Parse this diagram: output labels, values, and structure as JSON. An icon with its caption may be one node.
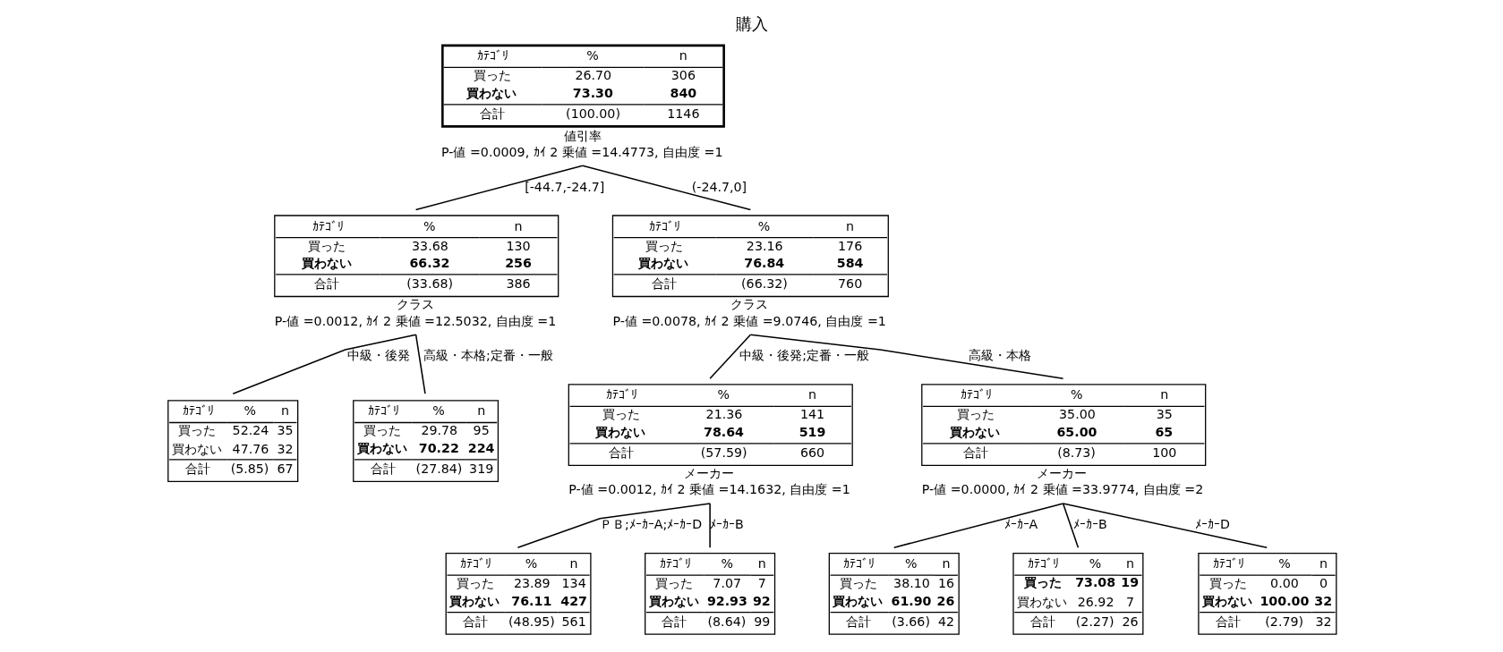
{
  "diagram": {
    "title": "購入",
    "nodes": [
      {
        "text": [
          "ｶﾃｺﾞﾘ",
          "%",
          "n",
          "買った",
          "26.70",
          "306",
          "買わない",
          "73.30",
          "840",
          "合計",
          "(100.00)",
          "1146"
        ],
        "beside": [
          "値引率",
          "P-値 =0.0009, ｶｲ 2 乗値 =14.4773, 自由度 =1"
        ]
      },
      {
        "text": [
          "ｶﾃｺﾞﾘ",
          "%",
          "n",
          "買った",
          "33.68",
          "130",
          "買わない",
          "66.32",
          "256",
          "合計",
          "(33.68)",
          "386"
        ],
        "beside": [
          "クラス",
          "P-値 =0.0012, ｶｲ 2 乗値 =12.5032, 自由度 =1"
        ]
      },
      {
        "text": [
          "ｶﾃｺﾞﾘ",
          "%",
          "n",
          "買った",
          "52.24",
          "35",
          "買わない",
          "47.76",
          "32",
          "合計",
          "(5.85)",
          "67"
        ]
      },
      {
        "text": [
          "ｶﾃｺﾞﾘ",
          "%",
          "n",
          "買った",
          "29.78",
          "95",
          "買わない",
          "70.22",
          "224",
          "合計",
          "(27.84)",
          "319"
        ]
      },
      {
        "text": [
          "ｶﾃｺﾞﾘ",
          "%",
          "n",
          "買った",
          "23.16",
          "176",
          "買わない",
          "76.84",
          "584",
          "合計",
          "(66.32)",
          "760"
        ],
        "beside": [
          "クラス",
          "P-値 =0.0078, ｶｲ 2 乗値 =9.0746, 自由度 =1"
        ]
      },
      {
        "text": [
          "ｶﾃｺﾞﾘ",
          "%",
          "n",
          "買った",
          "21.36",
          "141",
          "買わない",
          "78.64",
          "519",
          "合計",
          "(57.59)",
          "660"
        ],
        "beside": [
          "メーカー",
          "P-値 =0.0012, ｶｲ 2 乗値 =14.1632, 自由度 =1"
        ]
      },
      {
        "text": [
          "ｶﾃｺﾞﾘ",
          "%",
          "n",
          "買った",
          "23.89",
          "134",
          "買わない",
          "76.11",
          "427",
          "合計",
          "(48.95)",
          "561"
        ]
      },
      {
        "text": [
          "ｶﾃｺﾞﾘ",
          "%",
          "n",
          "買った",
          "7.07",
          "7",
          "買わない",
          "92.93",
          "92",
          "合計",
          "(8.64)",
          "99"
        ]
      },
      {
        "text": [
          "ｶﾃｺﾞﾘ",
          "%",
          "n",
          "買った",
          "35.00",
          "35",
          "買わない",
          "65.00",
          "65",
          "合計",
          "(8.73)",
          "100"
        ],
        "beside": [
          "メーカー",
          "P-値 =0.0000, ｶｲ 2 乗値 =33.9774, 自由度 =2"
        ]
      },
      {
        "text": [
          "ｶﾃｺﾞﾘ",
          "%",
          "n",
          "買った",
          "38.10",
          "16",
          "買わない",
          "61.90",
          "26",
          "合計",
          "(3.66)",
          "42"
        ]
      },
      {
        "text": [
          "ｶﾃｺﾞﾘ",
          "%",
          "n",
          "買った",
          "73.08",
          "19",
          "買わない",
          "26.92",
          "7",
          "合計",
          "(2.27)",
          "26"
        ]
      },
      {
        "text": [
          "ｶﾃｺﾞﾘ",
          "%",
          "n",
          "買った",
          "0.00",
          "0",
          "買わない",
          "100.00",
          "32",
          "合計",
          "(2.79)",
          "32"
        ]
      }
    ],
    "edges": [
      {
        "from": 0,
        "to": 1,
        "arrow": "none",
        "label": "[-44.7,-24.7]"
      },
      {
        "from": 0,
        "to": 4,
        "arrow": "none",
        "label": "(-24.7,0]"
      },
      {
        "from": 1,
        "to": 2,
        "arrow": "none",
        "label": "中級・後発"
      },
      {
        "from": 1,
        "to": 3,
        "arrow": "none",
        "label": "高級・本格;定番・一般"
      },
      {
        "from": 4,
        "to": 5,
        "arrow": "none",
        "label": "中級・後発;定番・一般"
      },
      {
        "from": 4,
        "to": 8,
        "arrow": "none",
        "label": "高級・本格"
      },
      {
        "from": 5,
        "to": 6,
        "arrow": "none",
        "label": "ＰＢ;ﾒｰｶｰA;ﾒｰｶｰD"
      },
      {
        "from": 5,
        "to": 7,
        "arrow": "none",
        "label": "ﾒｰｶｰB"
      },
      {
        "from": 8,
        "to": 9,
        "arrow": "none",
        "label": "ﾒｰｶｰA"
      },
      {
        "from": 8,
        "to": 10,
        "arrow": "none",
        "label": "ﾒｰｶｰB"
      },
      {
        "from": 8,
        "to": 11,
        "arrow": "none",
        "label": "ﾒｰｶｰD"
      }
    ]
  }
}
